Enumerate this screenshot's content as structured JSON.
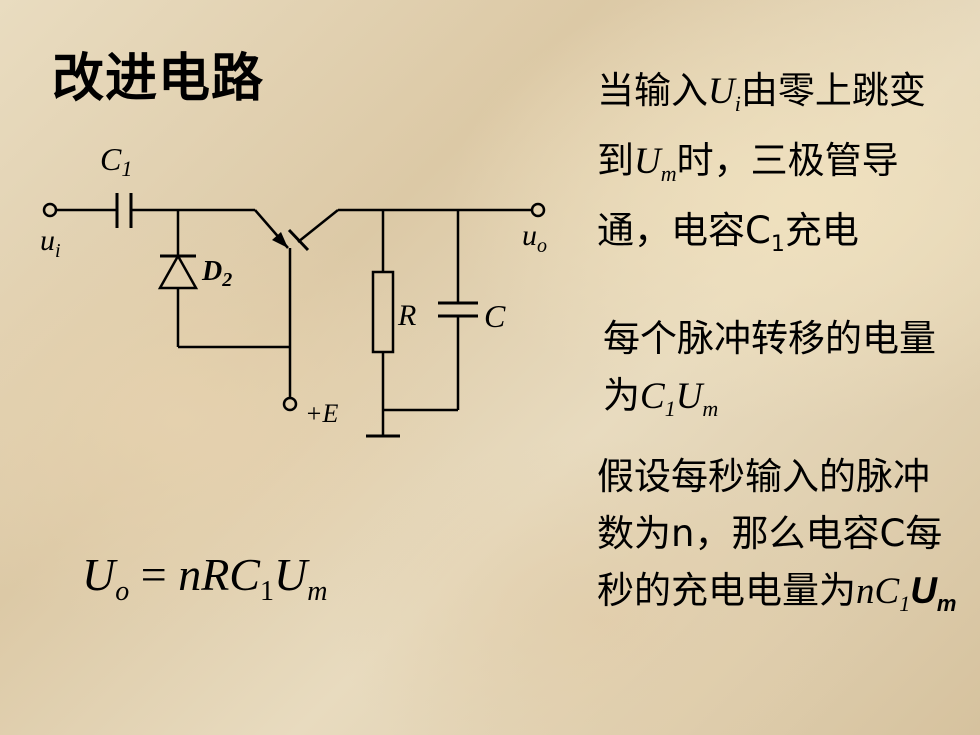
{
  "title": "改进电路",
  "text1": {
    "a": "当输入",
    "u1": "U",
    "u1_sub": "i",
    "b": "由零上跳变到",
    "u2": "U",
    "u2_sub": "m",
    "c": "时，三极管导通，电容C",
    "c_sub": "1",
    "d": "充电"
  },
  "text2": {
    "a": "每个脉冲转移的电量为",
    "c": "C",
    "c_sub": "1",
    "u": "U",
    "u_sub": "m"
  },
  "text3": {
    "a": "假设每秒输入的脉冲数为n，那么电容C每秒的充电电量为",
    "nc": "nC",
    "nc_sub": "1",
    "u": "U",
    "u_sub": "m"
  },
  "formula": {
    "lhs": "U",
    "lhs_sub": "o",
    "eq": " = ",
    "rhs": "nRC",
    "rhs_sub1": "1",
    "rhs_u": "U",
    "rhs_sub2": "m"
  },
  "circuit": {
    "c1_label": "C",
    "c1_sub": "1",
    "ui_label": "u",
    "ui_sub": "i",
    "uo_label": "u",
    "uo_sub": "o",
    "d2_label": "D",
    "d2_sub": "2",
    "r_label": "R",
    "c_label": "C",
    "e_label": "+E"
  }
}
